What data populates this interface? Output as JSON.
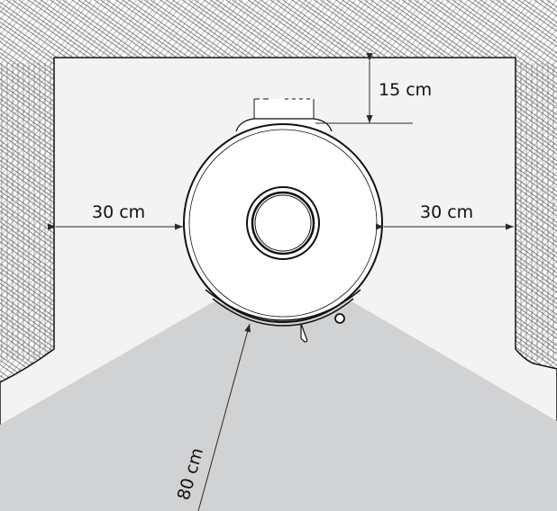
{
  "dimensions": {
    "left_clearance": "30 cm",
    "right_clearance": "30 cm",
    "rear_clearance": "15 cm",
    "front_clearance": "80 cm"
  },
  "colors": {
    "floor_zone": "#d1d2d4",
    "room_interior": "#f3f3f4",
    "wall_fill": "#ffffff",
    "hatch": "#6e6e6e",
    "stove_body": "#ffffff",
    "outline": "#111111",
    "dim_line": "#2a2a2a"
  }
}
